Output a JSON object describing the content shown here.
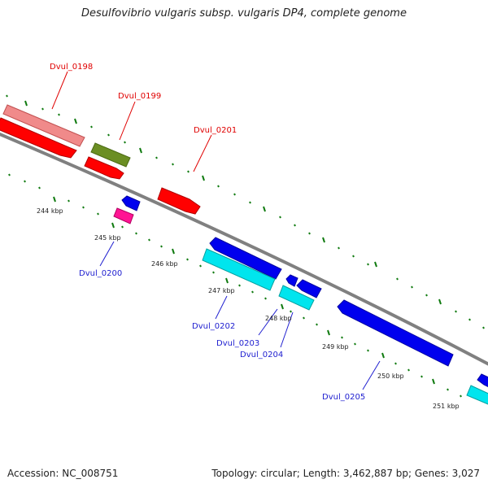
{
  "title": "Desulfovibrio vulgaris subsp. vulgaris DP4, complete genome",
  "footer": {
    "accession": "Accession: NC_008751",
    "topology": "Topology: circular; Length: 3,462,887 bp; Genes: 3,027"
  },
  "colors": {
    "backbone": "#808080",
    "tick": "#0f7a0f",
    "forward_label": "#e00000",
    "reverse_label": "#2020d0"
  },
  "scale_labels": [
    "244 kbp",
    "245 kbp",
    "246 kbp",
    "247 kbp",
    "248 kbp",
    "249 kbp",
    "250 kbp",
    "251 kbp"
  ],
  "gene_labels": {
    "forward": [
      "Dvul_0198",
      "Dvul_0199",
      "Dvul_0201"
    ],
    "reverse": [
      "Dvul_0200",
      "Dvul_0202",
      "Dvul_0203",
      "Dvul_0204",
      "Dvul_0205"
    ]
  }
}
